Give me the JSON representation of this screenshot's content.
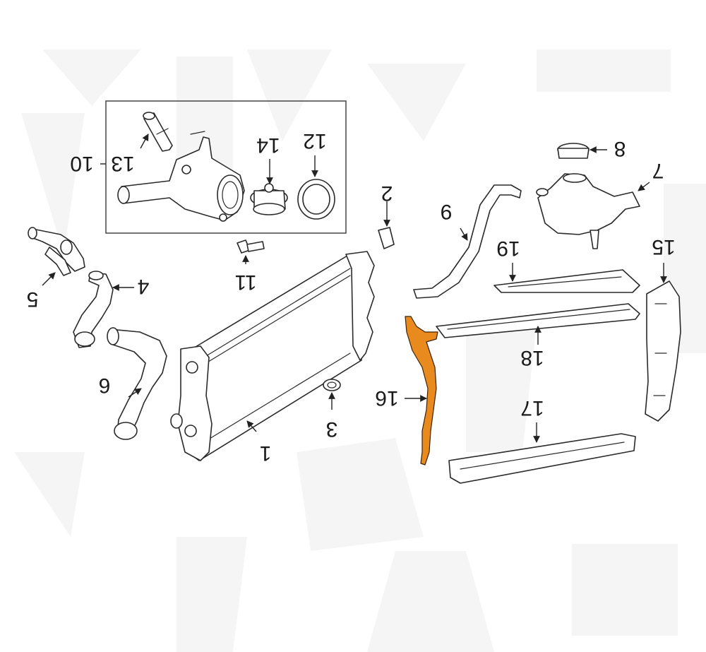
{
  "diagram": {
    "highlight_color": "#e98a1e",
    "line_color": "#2a2a2a",
    "parts": [
      {
        "id": "radiator",
        "label": "1"
      },
      {
        "id": "bracket-2",
        "label": "2"
      },
      {
        "id": "grommet-3",
        "label": "3"
      },
      {
        "id": "hose-4",
        "label": "4"
      },
      {
        "id": "hose-5",
        "label": "5"
      },
      {
        "id": "hose-6",
        "label": "6"
      },
      {
        "id": "reservoir",
        "label": "7"
      },
      {
        "id": "cap",
        "label": "8"
      },
      {
        "id": "tube-9",
        "label": "9"
      },
      {
        "id": "thermostat-group",
        "label": "10"
      },
      {
        "id": "bolt-11",
        "label": "11"
      },
      {
        "id": "gasket-12",
        "label": "12"
      },
      {
        "id": "sensor-13",
        "label": "13"
      },
      {
        "id": "thermostat-14",
        "label": "14"
      },
      {
        "id": "side-panel-15",
        "label": "15"
      },
      {
        "id": "side-bracket-16",
        "label": "16"
      },
      {
        "id": "lower-support-17",
        "label": "17"
      },
      {
        "id": "upper-support-18",
        "label": "18"
      },
      {
        "id": "seal-19",
        "label": "19"
      }
    ]
  }
}
